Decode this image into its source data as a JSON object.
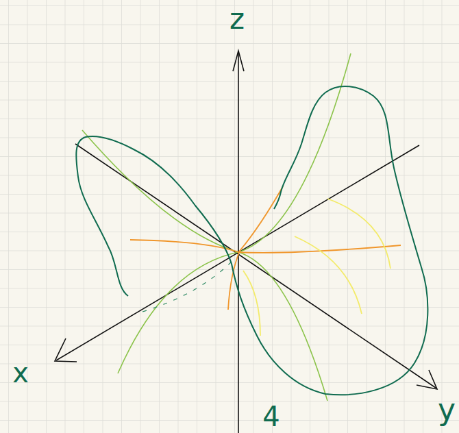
{
  "diagram": {
    "labels": [
      "z",
      "x",
      "y",
      "4"
    ]
  }
}
